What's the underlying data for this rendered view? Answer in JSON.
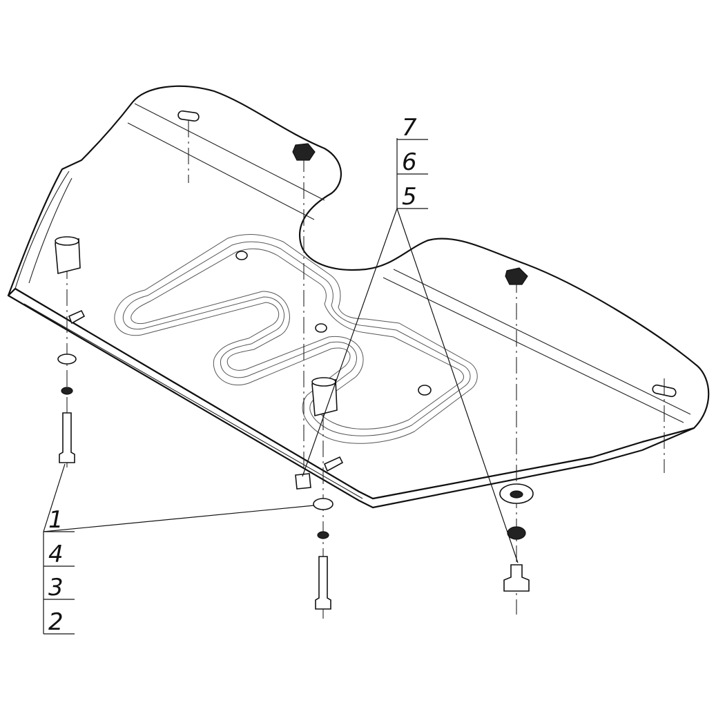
{
  "diagram": {
    "callout_group_right": [
      "7",
      "6",
      "5"
    ],
    "callout_group_left": [
      "1",
      "4",
      "3",
      "2"
    ]
  }
}
